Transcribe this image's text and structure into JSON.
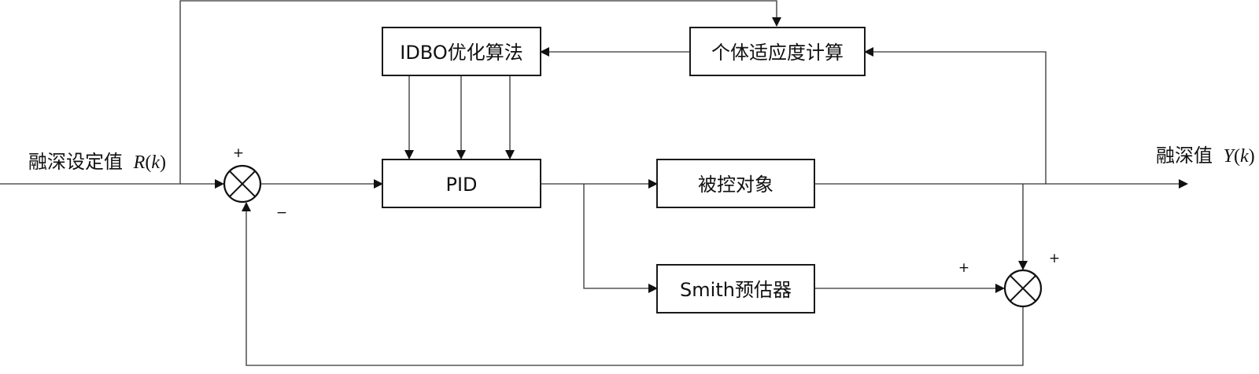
{
  "diagram": {
    "title": "IDBO-PID Smith predictive control structure",
    "blocks": {
      "idbo": "IDBO优化算法",
      "fitness": "个体适应度计算",
      "pid": "PID",
      "plant": "被控对象",
      "smith": "Smith预估器"
    },
    "signals": {
      "input_label": "融深设定值",
      "input_symbol": "R",
      "input_arg": "k",
      "output_label": "融深值",
      "output_symbol": "Y",
      "output_arg": "k"
    },
    "signs": {
      "sum1_top": "+",
      "sum1_bottom": "−",
      "sum2_left": "+",
      "sum2_top": "+"
    },
    "connections": [
      {
        "from": "input",
        "to": "sum1"
      },
      {
        "from": "input",
        "to": "fitness"
      },
      {
        "from": "sum1",
        "to": "pid"
      },
      {
        "from": "idbo",
        "to": "pid",
        "count": 3
      },
      {
        "from": "fitness",
        "to": "idbo"
      },
      {
        "from": "pid",
        "to": "plant"
      },
      {
        "from": "pid",
        "to": "smith"
      },
      {
        "from": "plant",
        "to": "output"
      },
      {
        "from": "output",
        "to": "fitness"
      },
      {
        "from": "plant",
        "to": "sum2"
      },
      {
        "from": "smith",
        "to": "sum2"
      },
      {
        "from": "sum2",
        "to": "sum1"
      }
    ]
  }
}
